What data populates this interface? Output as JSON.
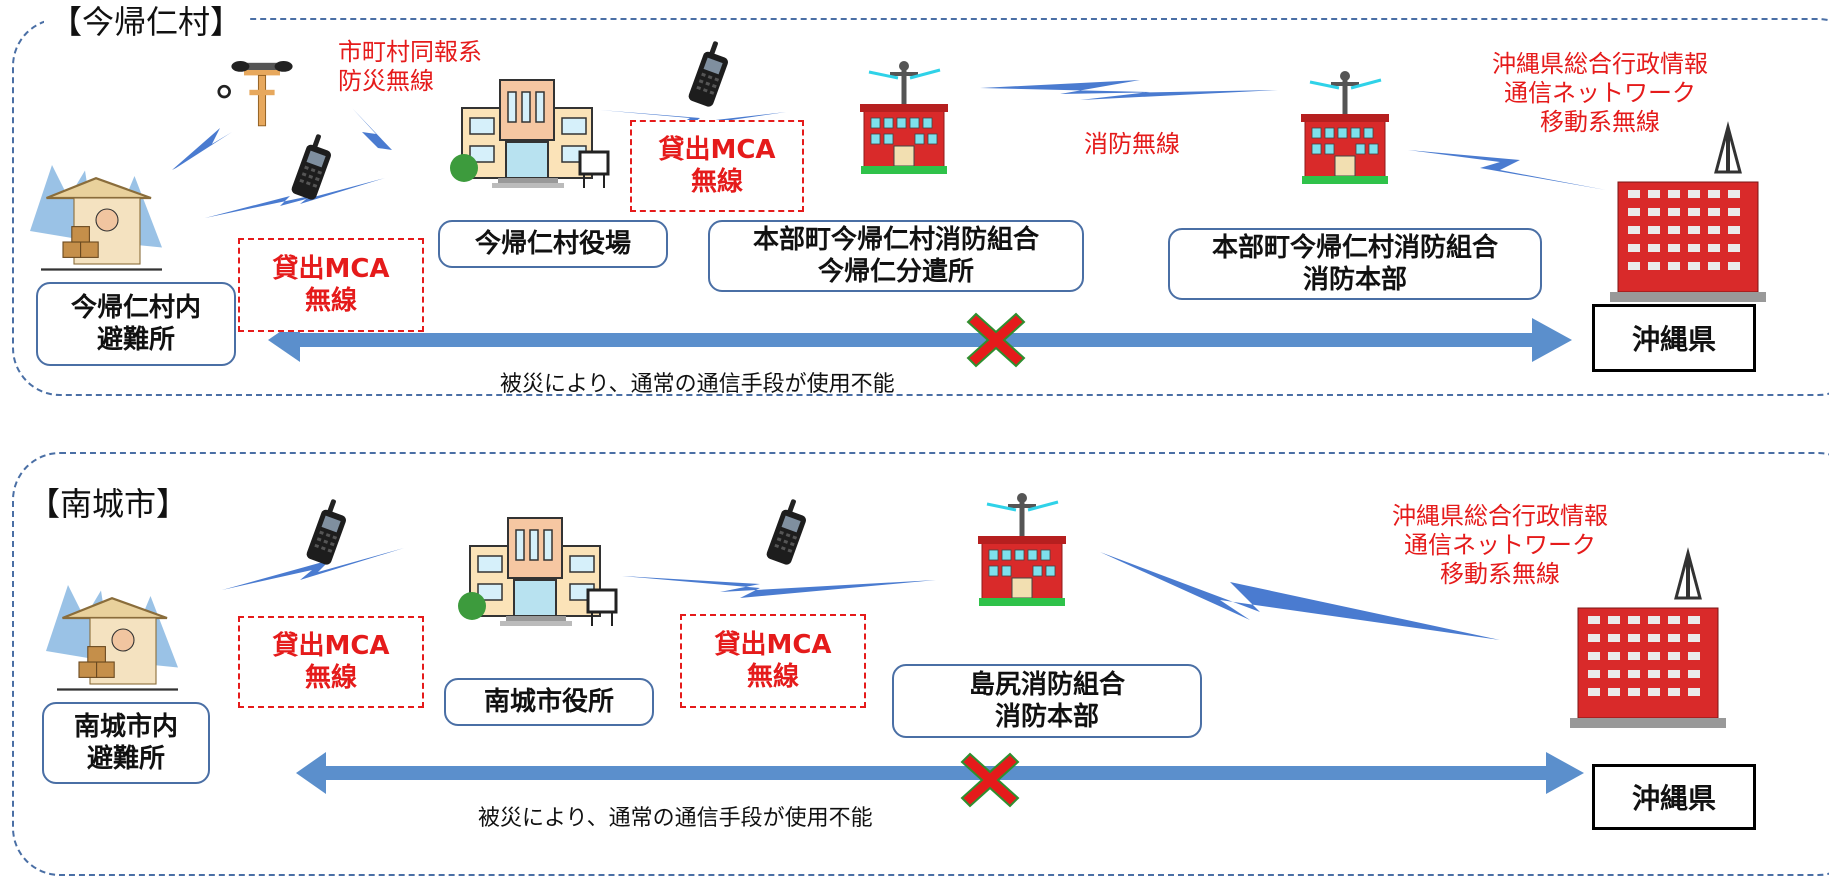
{
  "top": {
    "title": "【今帰仁村】",
    "broadcast_label": [
      "市町村同報系",
      "防災無線"
    ],
    "mca_label": [
      "貸出MCA",
      "無線"
    ],
    "shelter_label": [
      "今帰仁村内",
      "避難所"
    ],
    "office_label": "今帰仁村役場",
    "branch_label": [
      "本部町今帰仁村消防組合",
      "今帰仁分遣所"
    ],
    "fire_hq_label": [
      "本部町今帰仁村消防組合",
      "消防本部"
    ],
    "fire_radio_label": "消防無線",
    "network_label": [
      "沖縄県総合行政情報",
      "通信ネットワーク",
      "移動系無線"
    ],
    "prefecture_label": "沖縄県",
    "disruption_caption": "被災により、通常の通信手段が使用不能"
  },
  "bottom": {
    "title": "【南城市】",
    "mca_label": [
      "貸出MCA",
      "無線"
    ],
    "shelter_label": [
      "南城市内",
      "避難所"
    ],
    "office_label": "南城市役所",
    "fire_hq_label": [
      "島尻消防組合",
      "消防本部"
    ],
    "network_label": [
      "沖縄県総合行政情報",
      "通信ネットワーク",
      "移動系無線"
    ],
    "prefecture_label": "沖縄県",
    "disruption_caption": "被災により、通常の通信手段が使用不能"
  },
  "colors": {
    "panel_border": "#4a6fa5",
    "arrow": "#5b8fcc",
    "bolt": "#4a7bd0",
    "cross": "#e51b1b",
    "highlight_text": "#e51b1b",
    "building_red": "#d92a2a"
  },
  "icons": [
    "shelter-icon",
    "radio-handset-icon",
    "siren-tower-icon",
    "city-hall-icon",
    "fire-station-icon",
    "prefecture-building-icon",
    "lightning-bolt-icon",
    "cross-mark-icon"
  ]
}
